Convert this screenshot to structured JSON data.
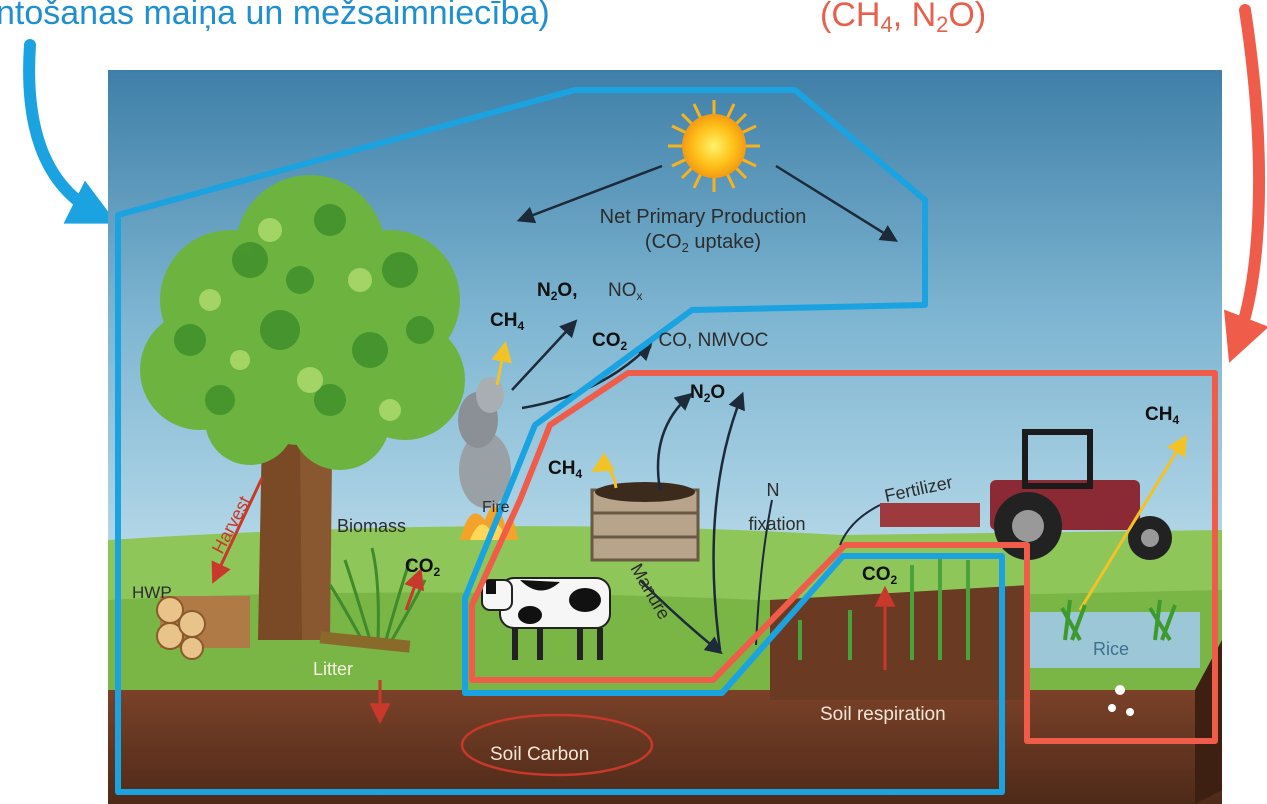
{
  "header": {
    "left_text": "ntošanas maiņa un mežsaimniecība)",
    "right_text": "(CH",
    "right_sub1": "4",
    "right_mid": ", N",
    "right_sub2": "2",
    "right_end": "O)"
  },
  "diagram": {
    "npp": {
      "line1": "Net Primary Production",
      "line2a": "(CO",
      "line2sub": "2",
      "line2b": " uptake)"
    },
    "fire_emissions": {
      "ch4": "CH",
      "ch4_sub": "4",
      "n2o": "N",
      "n2o_sub": "2",
      "n2o_end": "O,",
      "no": "NO",
      "co2": "CO",
      "co2_sub": "2",
      "rest": ", CO, NMVOC"
    },
    "fire": "Fire",
    "n2o_center": {
      "base": "N",
      "sub": "2",
      "end": "O"
    },
    "ch4_manure": {
      "base": "CH",
      "sub": "4"
    },
    "ch4_rice": {
      "base": "CH",
      "sub": "4"
    },
    "n_fixation": {
      "line1": "N",
      "line2": "fixation"
    },
    "fertilizer": "Fertilizer",
    "biomass": "Biomass",
    "co2_biomass": {
      "base": "CO",
      "sub": "2"
    },
    "co2_soil": {
      "base": "CO",
      "sub": "2"
    },
    "harvest": "Harvest",
    "hwp": "HWP",
    "litter": "Litter",
    "manure": "Manure",
    "rice": "Rice",
    "soil_respiration": "Soil respiration",
    "soil_carbon": "Soil Carbon"
  },
  "colors": {
    "blue_boundary": "#1aa3e0",
    "red_boundary": "#ef5c4a",
    "header_blue": "#1f8fd0",
    "header_red": "#e8604c",
    "sky_top": "#3e7ea6",
    "sky_bottom": "#b5d9ea",
    "grass": "#7cbf4a",
    "soil": "#6b3a24"
  }
}
